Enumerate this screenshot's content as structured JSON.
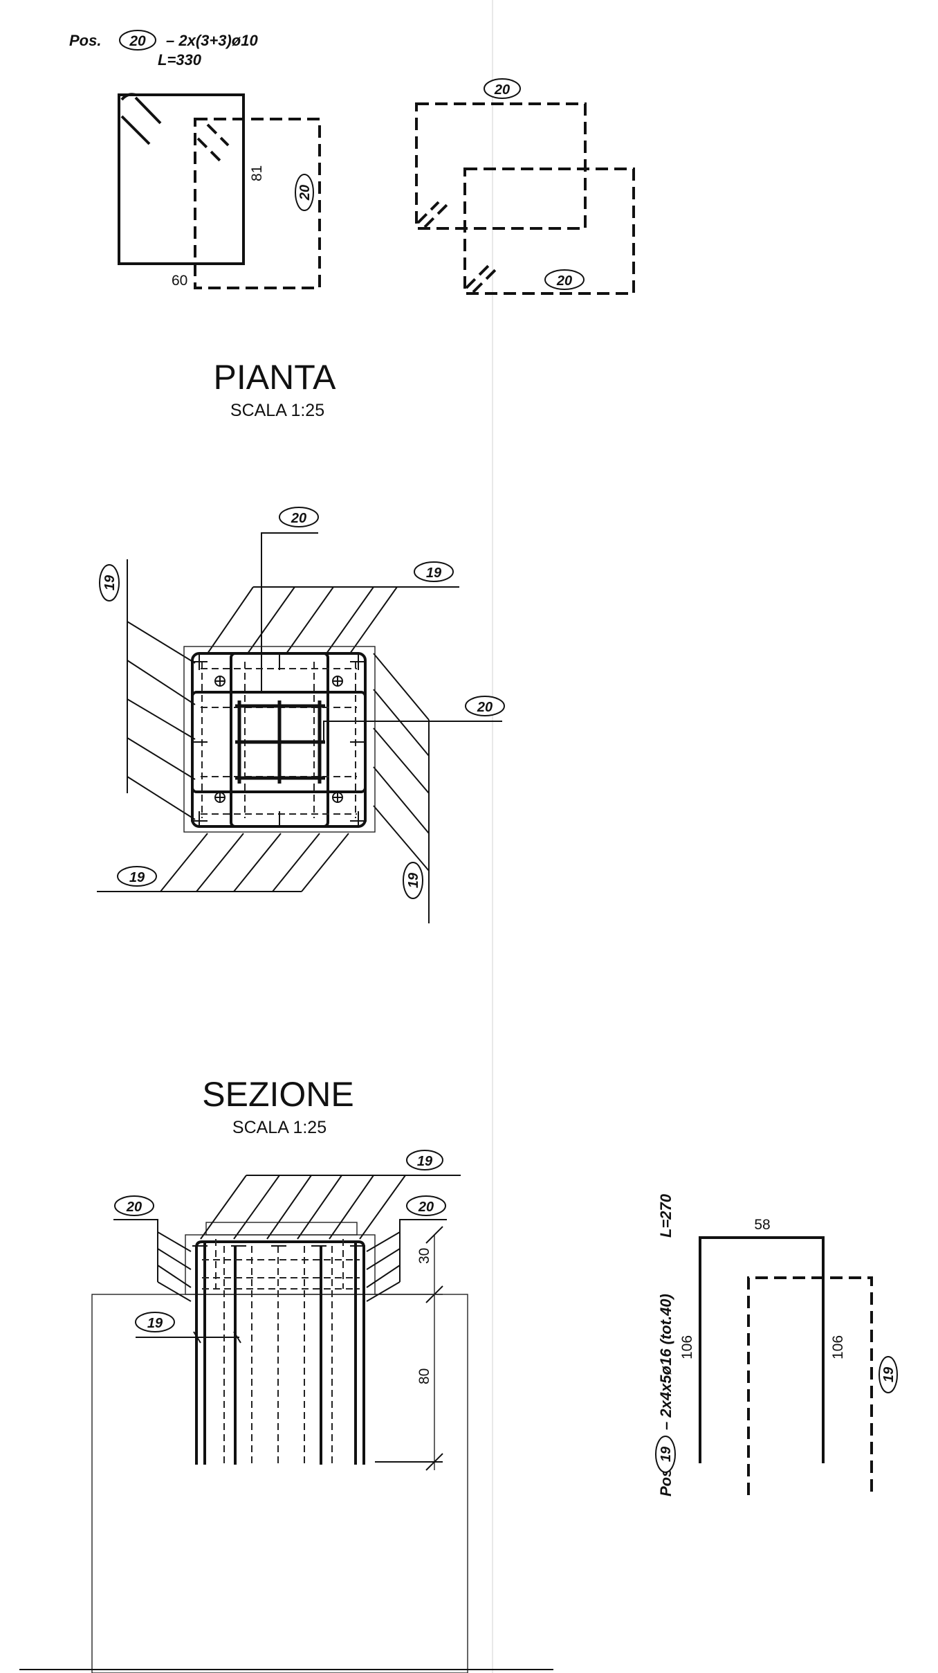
{
  "pos20": {
    "prefix": "Pos.",
    "tag": "20",
    "formula": "–  2x(3+3)ø10",
    "length": "L=330",
    "dim_height": "81",
    "dim_width": "60",
    "side_tag": "20",
    "right_top_tag": "20",
    "right_bottom_tag": "20"
  },
  "pianta": {
    "title": "PIANTA",
    "scale": "SCALA  1:25",
    "tag_top": "20",
    "tag_upper_right": "19",
    "tag_right": "20",
    "tag_left": "19",
    "tag_bottom_left": "19",
    "tag_bottom_right": "19"
  },
  "sezione": {
    "title": "SEZIONE",
    "scale": "SCALA  1:25",
    "tag_top": "19",
    "tag_left": "20",
    "tag_right": "20",
    "tag_lower_left": "19",
    "dim_top": "30",
    "dim_bottom": "80"
  },
  "pos19": {
    "prefix": "Pos.",
    "tag": "19",
    "formula": "–  2x4x5ø16  (tot.40)",
    "length": "L=270",
    "dim_width": "58",
    "dim_left_leg": "106",
    "dim_right_leg": "106",
    "side_tag": "19"
  }
}
